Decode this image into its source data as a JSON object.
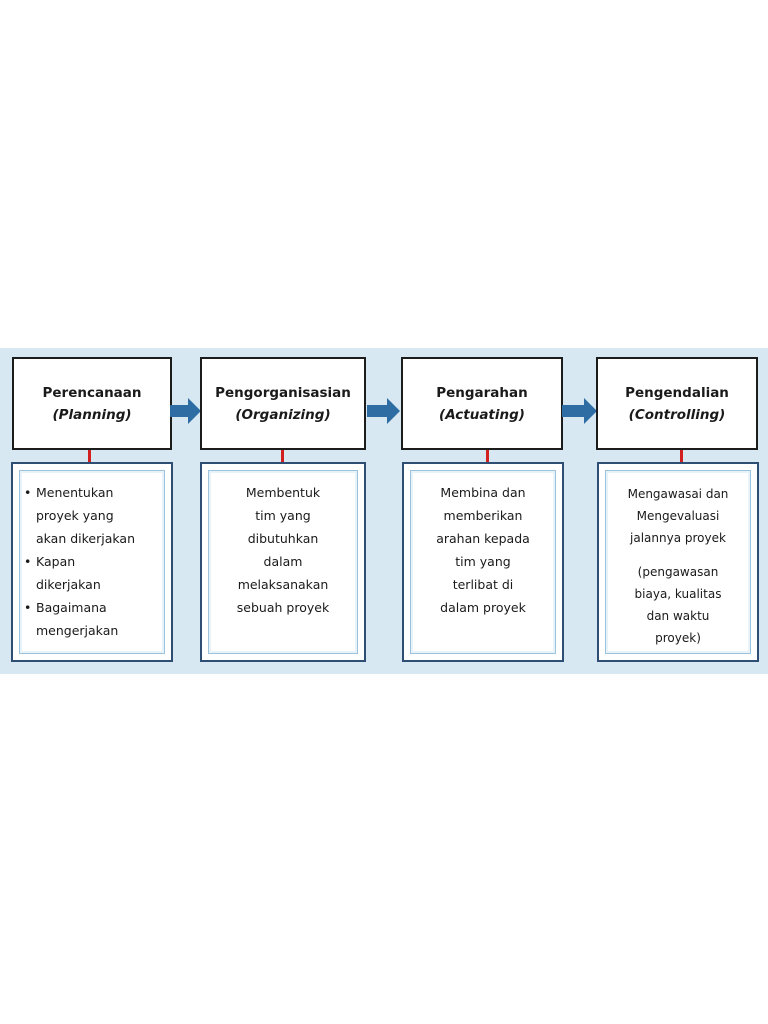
{
  "stages": [
    {
      "title": "Perencanaan",
      "subtitle": "(Planning)",
      "bullets": [
        "Menentukan proyek yang akan dikerjakan",
        "Kapan dikerjakan",
        "Bagaimana mengerjakan"
      ],
      "bullet_lines": [
        [
          "Menentukan",
          "proyek yang",
          "akan dikerjakan"
        ],
        [
          "Kapan",
          "dikerjakan"
        ],
        [
          "Bagaimana",
          "mengerjakan"
        ]
      ]
    },
    {
      "title": "Pengorganisasian",
      "subtitle": "(Organizing)",
      "lines": [
        "Membentuk",
        "tim yang",
        "dibutuhkan",
        "dalam",
        "melaksanakan",
        "sebuah proyek"
      ]
    },
    {
      "title": "Pengarahan",
      "subtitle": "(Actuating)",
      "lines": [
        "Membina dan",
        "memberikan",
        "arahan kepada",
        "tim yang",
        "terlibat di",
        "dalam proyek"
      ]
    },
    {
      "title": "Pengendalian",
      "subtitle": "(Controlling)",
      "lines": [
        "Mengawasai dan",
        "Mengevaluasi",
        "jalannya proyek"
      ],
      "note_lines": [
        "(pengawasan",
        "biaya, kualitas",
        "dan waktu",
        "proyek)"
      ]
    }
  ],
  "colors": {
    "band": "#d7e8f3",
    "arrow": "#2e6da4",
    "connector": "#d21f1f",
    "box_border": "#2e4f73"
  },
  "bullet_glyph": "•"
}
